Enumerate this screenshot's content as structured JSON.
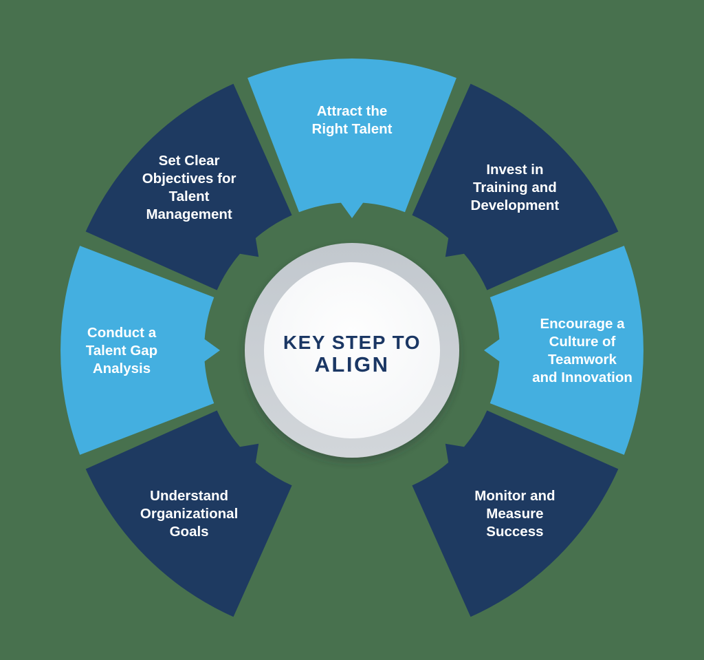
{
  "colors": {
    "background": "#48714E",
    "light_blue": "#44AFE0",
    "navy": "#1E3A61",
    "label_text": "#FFFFFF",
    "title_text": "#1B3764",
    "ring_top": "#C2C8CE",
    "ring_bottom": "#D2D6DA",
    "disc_center": "#FEFEFE",
    "disc_edge": "#F2F4F6"
  },
  "center": {
    "line1": "KEY STEP TO",
    "line2": "ALIGN"
  },
  "segments": [
    {
      "id": "attract-the-right-talent",
      "label_lines": [
        "Attract the",
        "Right Talent"
      ],
      "color": "light_blue",
      "position_deg": -90
    },
    {
      "id": "invest-in-training-and-development",
      "label_lines": [
        "Invest in",
        "Training and",
        "Development"
      ],
      "color": "navy",
      "position_deg": -45
    },
    {
      "id": "encourage-teamwork-and-innovation",
      "label_lines": [
        "Encourage a",
        "Culture of",
        "Teamwork",
        "and Innovation"
      ],
      "color": "light_blue",
      "position_deg": 0
    },
    {
      "id": "monitor-and-measure-success",
      "label_lines": [
        "Monitor and",
        "Measure",
        "Success"
      ],
      "color": "navy",
      "position_deg": 45
    },
    {
      "id": "understand-organizational-goals",
      "label_lines": [
        "Understand",
        "Organizational",
        "Goals"
      ],
      "color": "navy",
      "position_deg": 135
    },
    {
      "id": "conduct-a-talent-gap-analysis",
      "label_lines": [
        "Conduct a",
        "Talent Gap",
        "Analysis"
      ],
      "color": "light_blue",
      "position_deg": 180
    },
    {
      "id": "set-clear-objectives",
      "label_lines": [
        "Set Clear",
        "Objectives for",
        "Talent",
        "Management"
      ],
      "color": "navy",
      "position_deg": -135
    }
  ]
}
